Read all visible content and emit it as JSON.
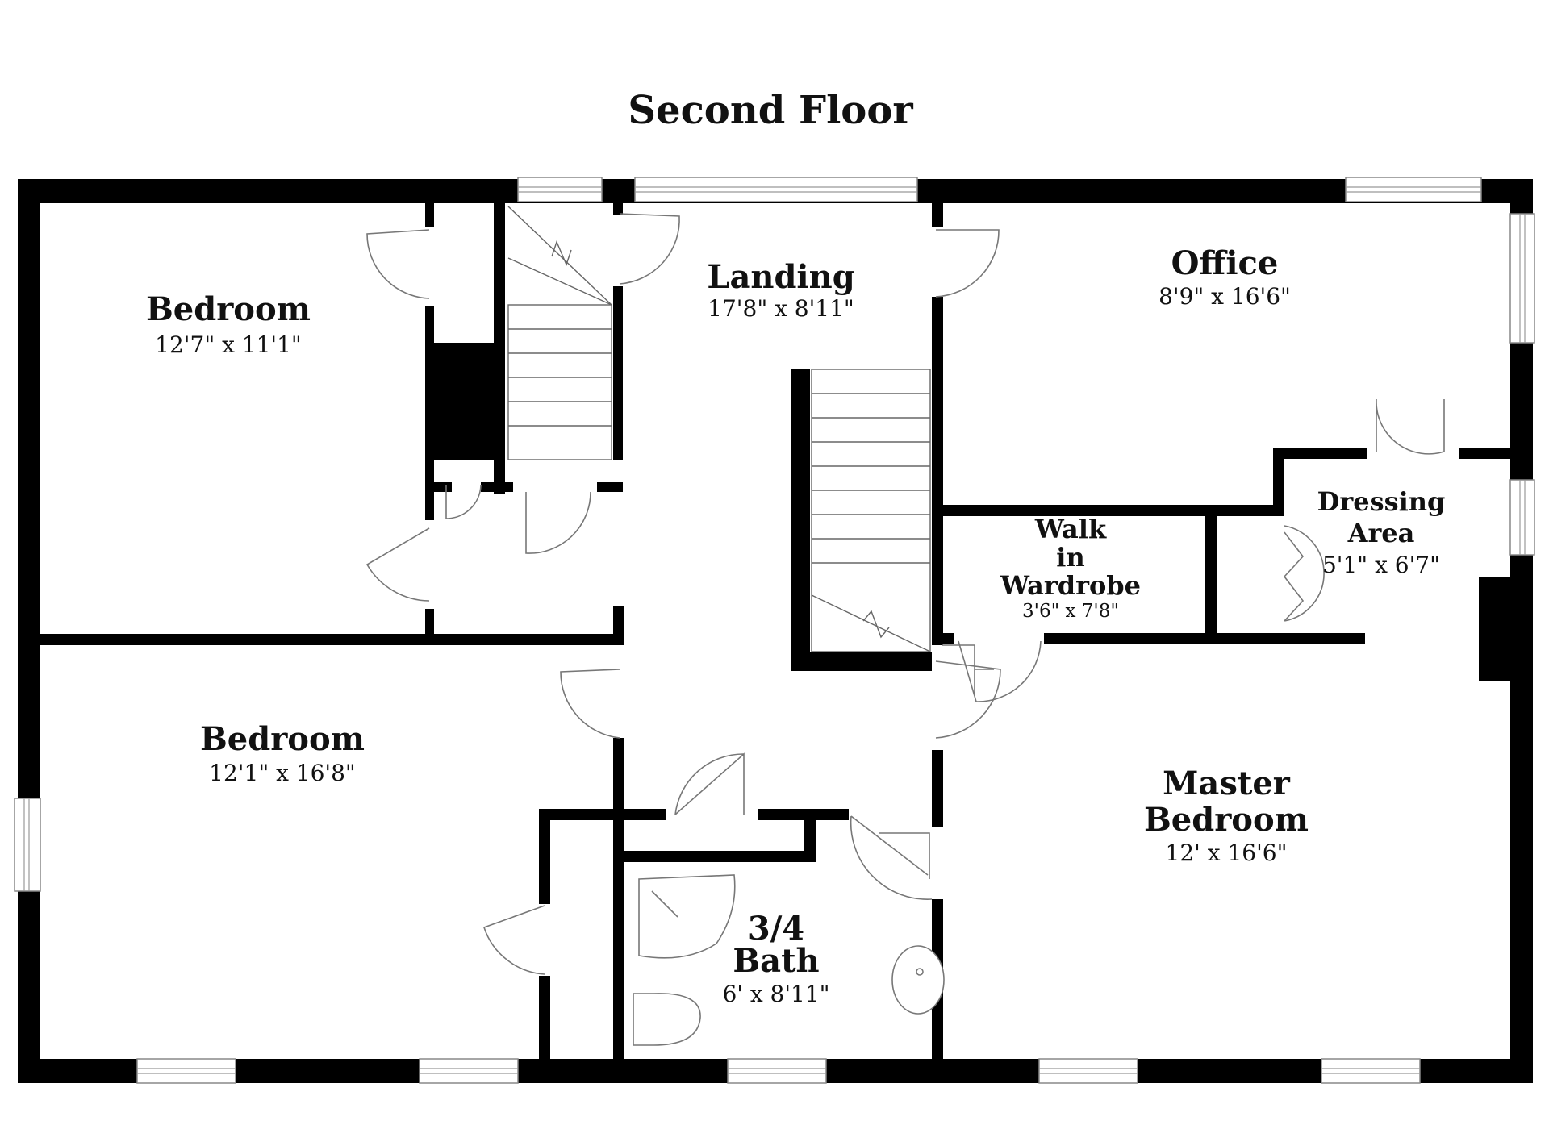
{
  "title": "Second Floor",
  "rooms": [
    {
      "id": "bedroom-1",
      "name_lines": [
        "Bedroom"
      ],
      "dims": "12'7\" x 11'1\""
    },
    {
      "id": "bedroom-2",
      "name_lines": [
        "Bedroom"
      ],
      "dims": "12'1\" x 16'8\""
    },
    {
      "id": "landing",
      "name_lines": [
        "Landing"
      ],
      "dims": "17'8\" x 8'11\""
    },
    {
      "id": "office",
      "name_lines": [
        "Office"
      ],
      "dims": "8'9\" x 16'6\""
    },
    {
      "id": "walk-in-wardrobe",
      "name_lines": [
        "Walk",
        "in",
        "Wardrobe"
      ],
      "dims": "3'6\" x 7'8\""
    },
    {
      "id": "dressing-area",
      "name_lines": [
        "Dressing",
        "Area"
      ],
      "dims": "5'1\" x 6'7\""
    },
    {
      "id": "master-bedroom",
      "name_lines": [
        "Master",
        "Bedroom"
      ],
      "dims": "12' x 16'6\""
    },
    {
      "id": "bath",
      "name_lines": [
        "3/4",
        "Bath"
      ],
      "dims": "6' x 8'11\""
    }
  ],
  "colors": {
    "wall": "#000000",
    "fixture_line": "#777777",
    "background": "#ffffff"
  }
}
